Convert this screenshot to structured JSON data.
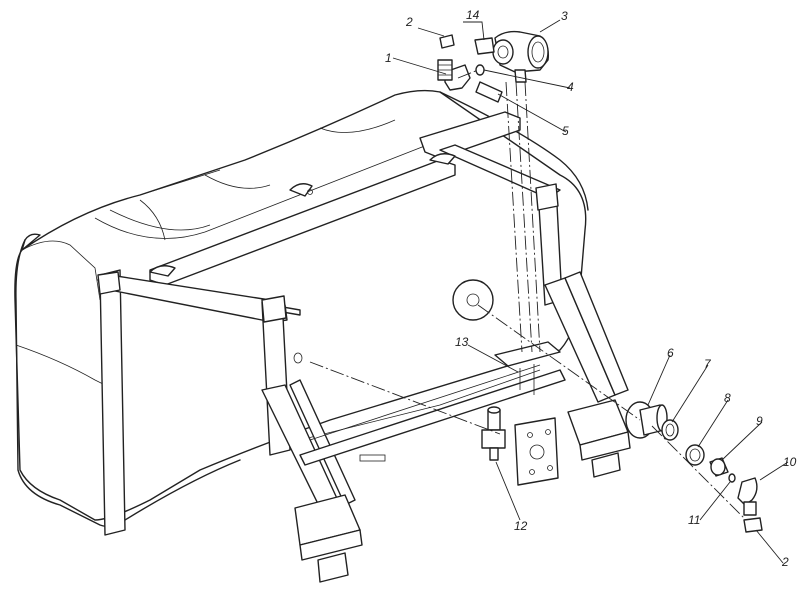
{
  "callouts": [
    {
      "id": "c14",
      "text": "14"
    },
    {
      "id": "c2a",
      "text": "2"
    },
    {
      "id": "c3",
      "text": "3"
    },
    {
      "id": "c1",
      "text": "1"
    },
    {
      "id": "c4",
      "text": "4"
    },
    {
      "id": "c5",
      "text": "5"
    },
    {
      "id": "c6",
      "text": "6"
    },
    {
      "id": "c7",
      "text": "7"
    },
    {
      "id": "c8",
      "text": "8"
    },
    {
      "id": "c9",
      "text": "9"
    },
    {
      "id": "c10",
      "text": "10"
    },
    {
      "id": "c11",
      "text": "11"
    },
    {
      "id": "c12",
      "text": "12"
    },
    {
      "id": "c13",
      "text": "13"
    },
    {
      "id": "c2b",
      "text": "2"
    }
  ]
}
